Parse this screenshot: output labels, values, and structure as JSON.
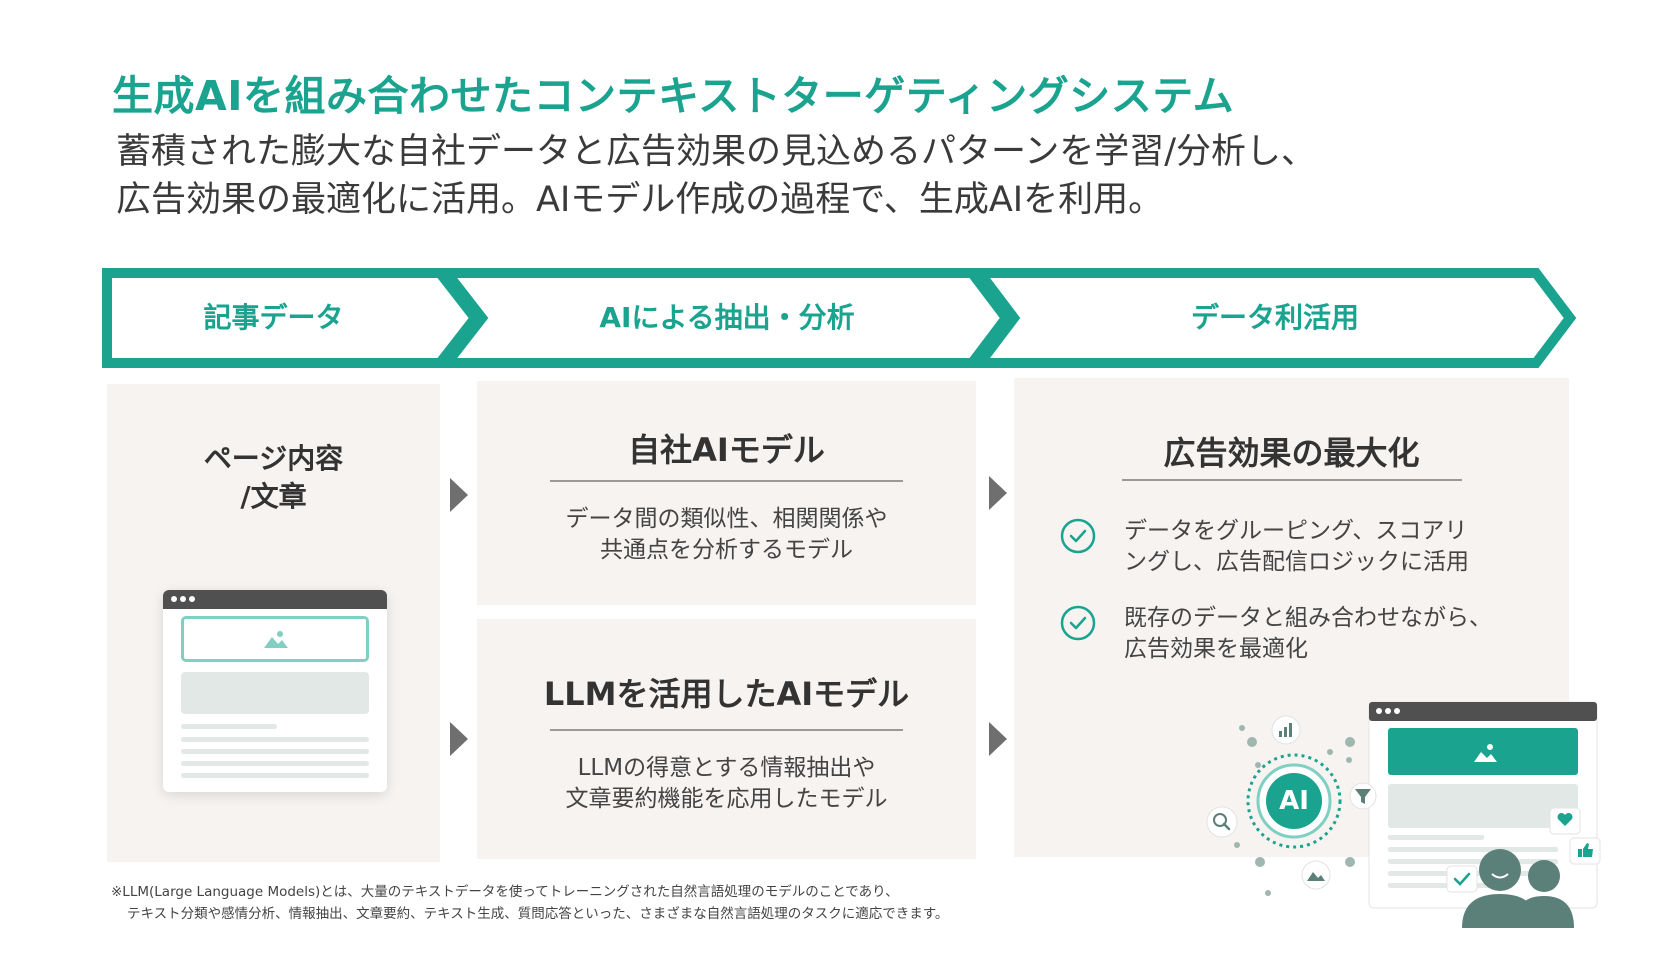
{
  "header": {
    "title": "生成AIを組み合わせたコンテキストターゲティングシステム",
    "subtitle_line1": "蓄積された膨大な自社データと広告効果の見込めるパターンを学習/分析し、",
    "subtitle_line2": "広告効果の最適化に活用。AIモデル作成の過程で、生成AIを利用。"
  },
  "flow": {
    "steps": [
      {
        "label": "記事データ"
      },
      {
        "label": "AIによる抽出・分析"
      },
      {
        "label": "データ利活用"
      }
    ]
  },
  "input_panel": {
    "title_line1": "ページ内容",
    "title_line2": "/文章"
  },
  "models": [
    {
      "title": "自社AIモデル",
      "desc_line1": "データ間の類似性、相関関係や",
      "desc_line2": "共通点を分析するモデル"
    },
    {
      "title": "LLMを活用したAIモデル",
      "desc_line1": "LLMの得意とする情報抽出や",
      "desc_line2": "文章要約機能を応用したモデル"
    }
  ],
  "result_panel": {
    "title": "広告効果の最大化",
    "items": [
      {
        "line1": "データをグルーピング、スコアリ",
        "line2": "ングし、広告配信ロジックに活用"
      },
      {
        "line1": "既存のデータと組み合わせながら、",
        "line2": "広告効果を最適化"
      }
    ],
    "ai_badge": "AI"
  },
  "footnote": {
    "line1": "※LLM(Large Language Models)とは、大量のテキストデータを使ってトレーニングされた自然言語処理のモデルのことであり、",
    "line2": "テキスト分類や感情分析、情報抽出、文章要約、テキスト生成、質問応答といった、さまざまな自然言語処理のタスクに適応できます。"
  },
  "colors": {
    "accent": "#1aa38f",
    "panel_bg": "#f6f3f1",
    "text": "#333333",
    "icon_dark": "#5b7f79"
  }
}
